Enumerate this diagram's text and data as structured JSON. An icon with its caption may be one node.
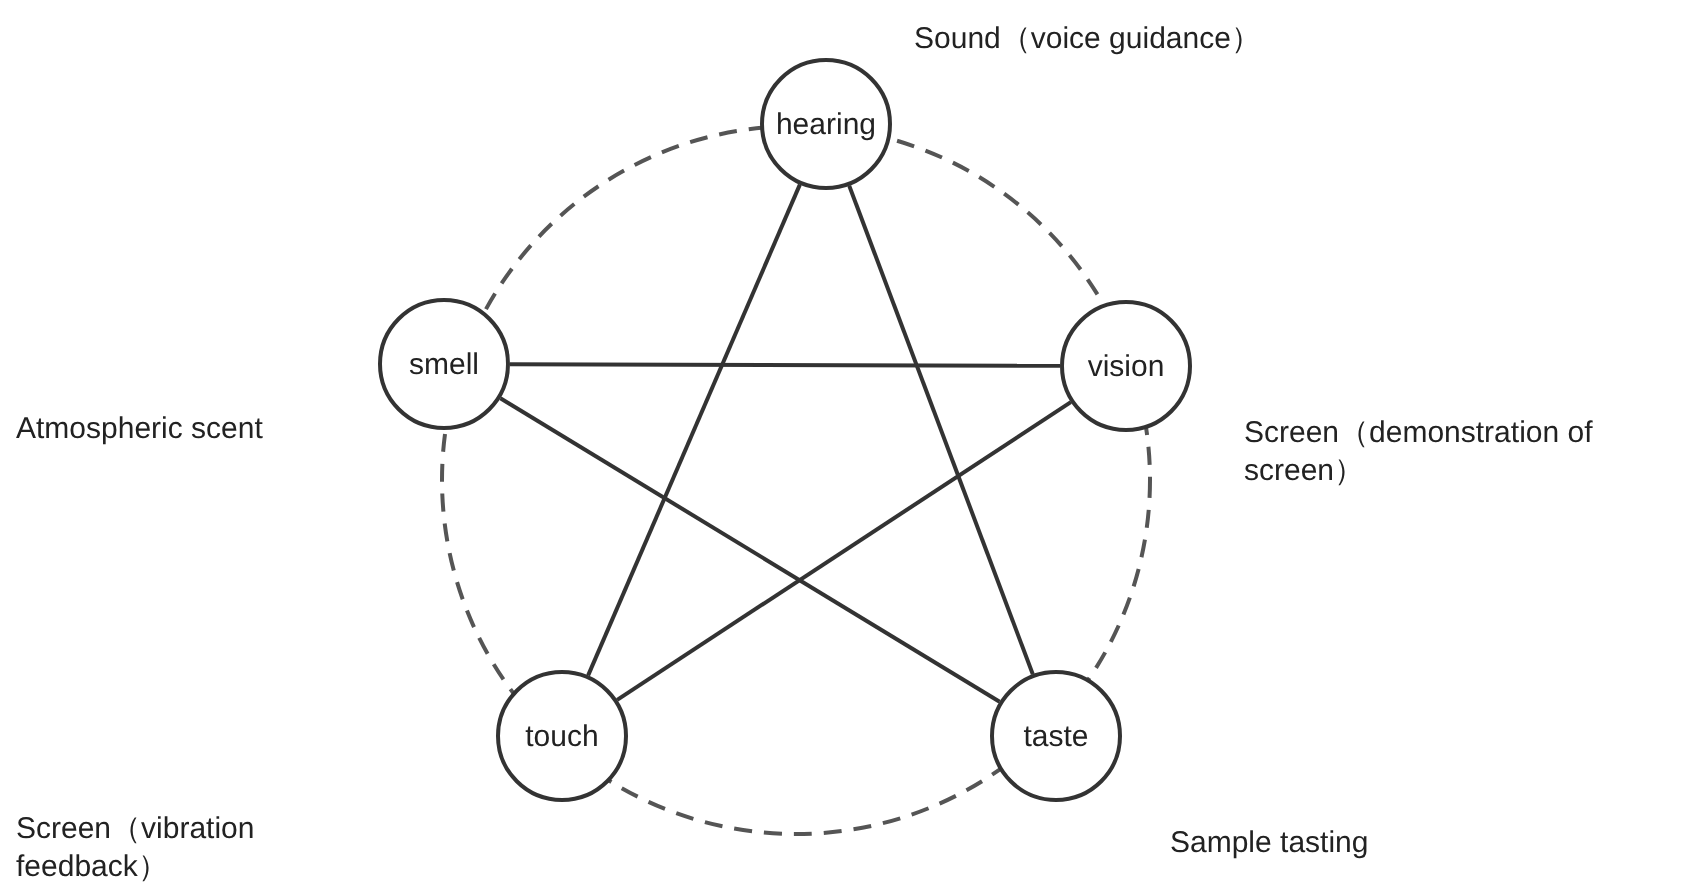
{
  "diagram": {
    "nodes": [
      {
        "text": [
          "hearing"
        ],
        "beside": [
          "Sound（voice guidance）"
        ]
      },
      {
        "text": [
          "smell"
        ],
        "beside": [
          "Atmospheric scent"
        ]
      },
      {
        "text": [
          "vision"
        ],
        "beside": [
          "Screen（demonstration of screen）"
        ]
      },
      {
        "text": [
          "touch"
        ]
      },
      {
        "text": [
          "taste"
        ],
        "beside": [
          "Sample tasting"
        ]
      }
    ],
    "edges": [
      {
        "from": 0,
        "to": 3,
        "arrow": "none"
      },
      {
        "from": 0,
        "to": 4,
        "arrow": "none"
      },
      {
        "from": 1,
        "to": 2,
        "arrow": "none"
      },
      {
        "from": 1,
        "to": 4,
        "arrow": "none"
      },
      {
        "from": 2,
        "to": 3,
        "arrow": "none"
      }
    ],
    "labels": [
      "Screen（vibration feedback）"
    ]
  }
}
